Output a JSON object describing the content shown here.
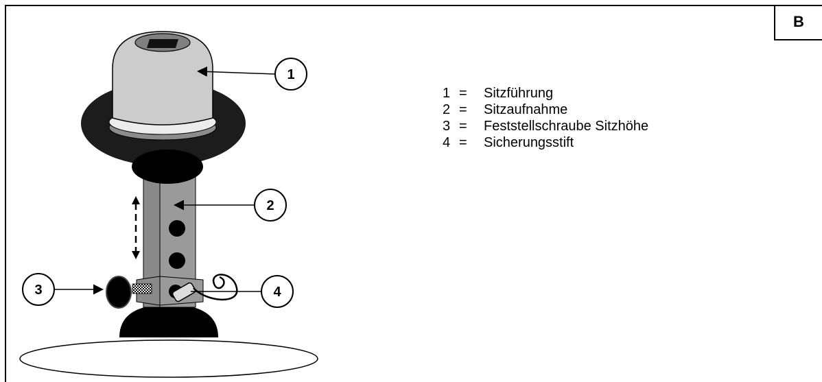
{
  "section_label": "B",
  "legend": [
    {
      "num": "1",
      "eq": "=",
      "text": "Sitzführung"
    },
    {
      "num": "2",
      "eq": "=",
      "text": "Sitzaufnahme"
    },
    {
      "num": "3",
      "eq": "=",
      "text": "Feststellschraube Sitzhöhe"
    },
    {
      "num": "4",
      "eq": "=",
      "text": "Sicherungsstift"
    }
  ],
  "callouts": [
    {
      "num": "1",
      "name": "callout-1"
    },
    {
      "num": "2",
      "name": "callout-2"
    },
    {
      "num": "3",
      "name": "callout-3"
    },
    {
      "num": "4",
      "name": "callout-4"
    }
  ],
  "colors": {
    "dark_ring": "#1c1c1c",
    "light_grey": "#cccccc",
    "mid_grey": "#8c8c8c",
    "tube_grey": "#909090",
    "black": "#000000"
  }
}
